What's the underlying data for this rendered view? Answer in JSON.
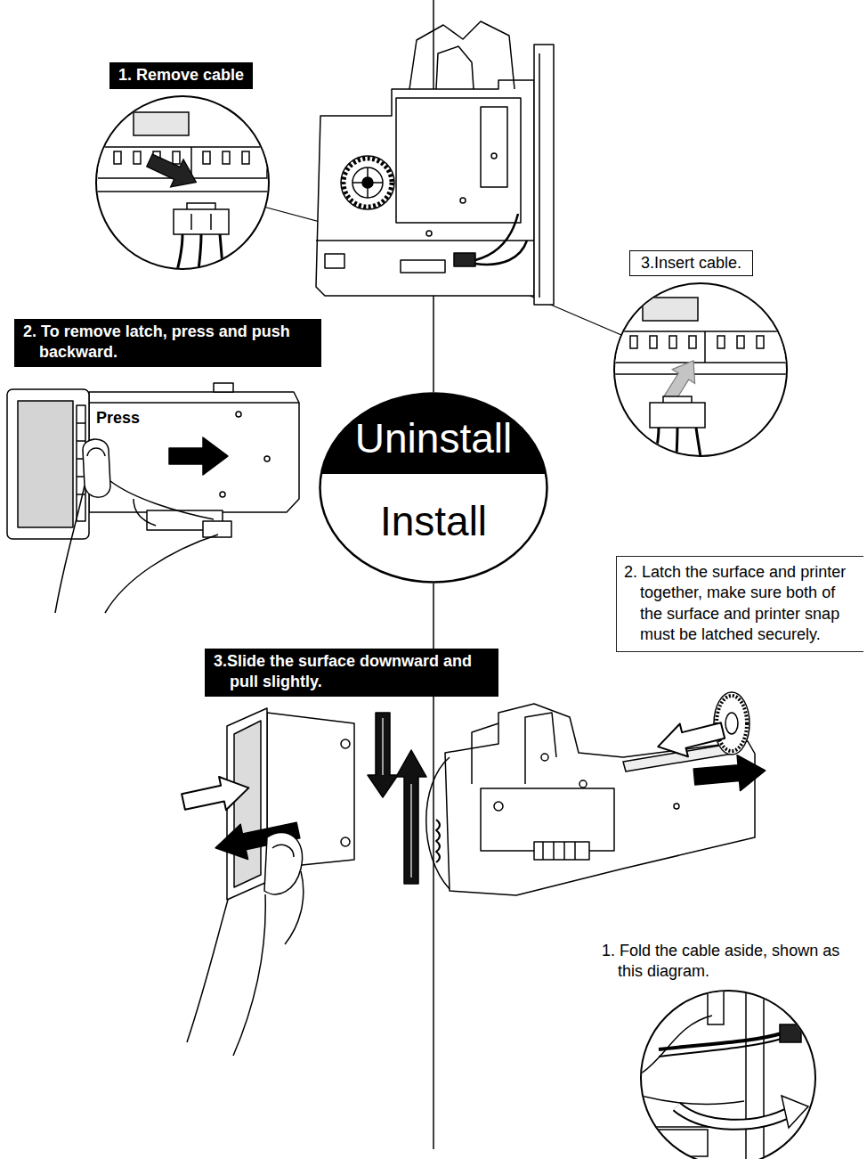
{
  "diagram": {
    "nodes": [
      {
        "text": [
          "1. Remove cable"
        ]
      },
      {
        "text": [
          "3.Insert cable."
        ]
      },
      {
        "text": [
          "2. To remove latch, press and push backward."
        ]
      },
      {
        "text": [
          "Uninstall",
          "Install"
        ]
      },
      {
        "text": [
          "2. Latch the surface and printer together, make sure both of the surface and printer snap must be latched securely."
        ]
      },
      {
        "text": [
          "3.Slide the surface downward and pull slightly."
        ]
      }
    ],
    "labels": [
      "Press",
      "1. Fold the cable aside, shown as this diagram."
    ]
  }
}
